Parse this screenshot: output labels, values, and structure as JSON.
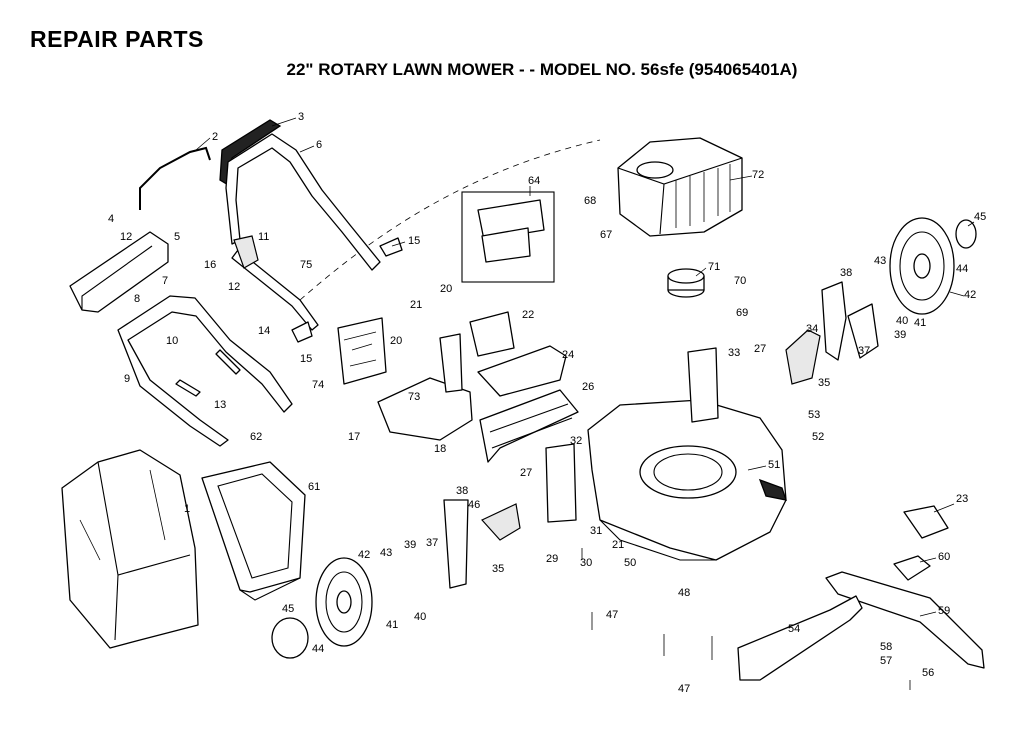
{
  "title": "REPAIR PARTS",
  "subtitle": "22\" ROTARY LAWN MOWER - - MODEL NO. 56sfe (954065401A)",
  "callouts": [
    "1",
    "2",
    "3",
    "4",
    "5",
    "6",
    "7",
    "8",
    "9",
    "10",
    "11",
    "12",
    "12",
    "13",
    "14",
    "15",
    "15",
    "16",
    "17",
    "18",
    "20",
    "20",
    "21",
    "21",
    "22",
    "23",
    "24",
    "26",
    "27",
    "27",
    "29",
    "30",
    "31",
    "32",
    "33",
    "34",
    "35",
    "35",
    "37",
    "37",
    "38",
    "38",
    "39",
    "39",
    "40",
    "40",
    "41",
    "41",
    "42",
    "42",
    "43",
    "43",
    "44",
    "44",
    "45",
    "45",
    "46",
    "47",
    "47",
    "48",
    "50",
    "51",
    "52",
    "53",
    "54",
    "56",
    "57",
    "58",
    "59",
    "60",
    "61",
    "62",
    "64",
    "67",
    "68",
    "69",
    "70",
    "71",
    "72",
    "73",
    "74",
    "75"
  ]
}
